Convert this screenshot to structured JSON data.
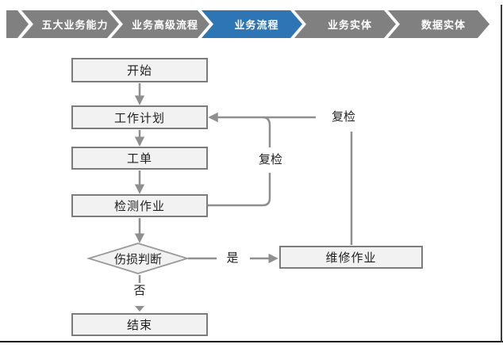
{
  "breadcrumb": {
    "items": [
      {
        "label": "五大业务能力",
        "active": false
      },
      {
        "label": "业务高级流程",
        "active": false
      },
      {
        "label": "业务流程",
        "active": true
      },
      {
        "label": "业务实体",
        "active": false
      },
      {
        "label": "数据实体",
        "active": false
      }
    ]
  },
  "flowchart": {
    "nodes": {
      "start": "开始",
      "plan": "工作计划",
      "order": "工单",
      "inspect": "检测作业",
      "decision": "伤损判断",
      "repair": "维修作业",
      "end": "结束"
    },
    "edge_labels": {
      "recheck_inner": "复检",
      "recheck_outer": "复检",
      "yes": "是",
      "no": "否"
    },
    "edges": [
      {
        "from": "开始",
        "to": "工作计划",
        "label": ""
      },
      {
        "from": "工作计划",
        "to": "工单",
        "label": ""
      },
      {
        "from": "工单",
        "to": "检测作业",
        "label": ""
      },
      {
        "from": "检测作业",
        "to": "伤损判断",
        "label": ""
      },
      {
        "from": "伤损判断",
        "to": "维修作业",
        "label": "是"
      },
      {
        "from": "伤损判断",
        "to": "结束",
        "label": "否"
      },
      {
        "from": "检测作业",
        "to": "工作计划",
        "label": "复检"
      },
      {
        "from": "维修作业",
        "to": "工作计划",
        "label": "复检"
      }
    ]
  },
  "colors": {
    "step_gray": "#808080",
    "step_active_blue": "#2E75B6",
    "node_fill": "#F2F2F2",
    "node_border": "#7C7C7C",
    "connector": "#8F8F8F"
  }
}
